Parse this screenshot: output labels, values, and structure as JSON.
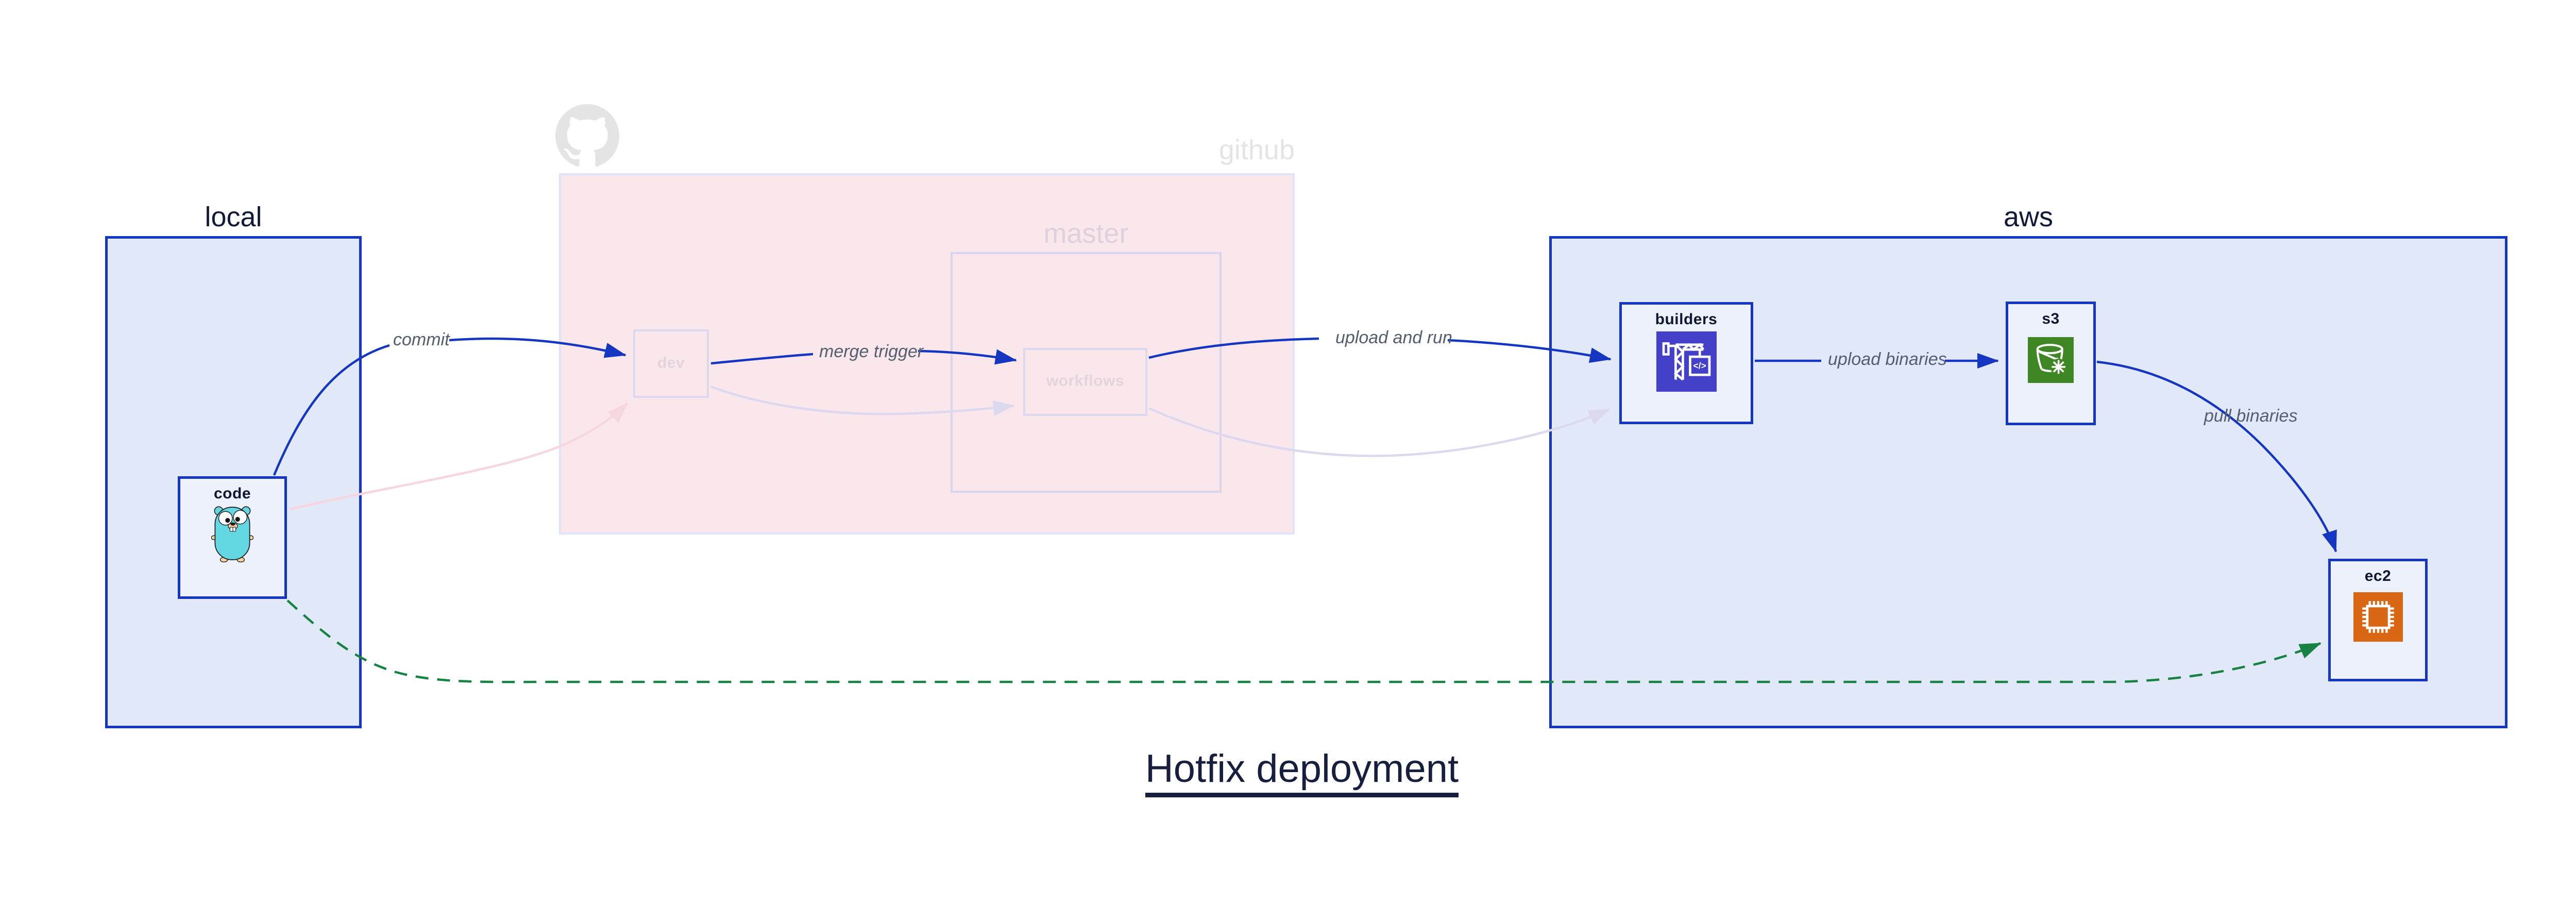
{
  "title": "Hotfix deployment",
  "containers": {
    "local": {
      "label": "local"
    },
    "github": {
      "label": "github"
    },
    "master": {
      "label": "master"
    },
    "aws": {
      "label": "aws"
    }
  },
  "nodes": {
    "code": {
      "label": "code",
      "icon": "go-gopher"
    },
    "dev": {
      "label": "dev"
    },
    "workflows": {
      "label": "workflows"
    },
    "builders": {
      "label": "builders",
      "icon": "aws-codebuild-crane"
    },
    "s3": {
      "label": "s3",
      "icon": "aws-s3-bucket-snowflake"
    },
    "ec2": {
      "label": "ec2",
      "icon": "aws-ec2-chip"
    }
  },
  "edges": {
    "commit": {
      "label": "commit",
      "from": "code",
      "to": "dev",
      "style": "solid-blue"
    },
    "merge_trigger": {
      "label": "merge trigger",
      "from": "dev",
      "to": "workflows",
      "style": "solid-blue"
    },
    "upload_and_run": {
      "label": "upload and run",
      "from": "workflows",
      "to": "builders",
      "style": "solid-blue"
    },
    "upload_binaries": {
      "label": "upload binaries",
      "from": "builders",
      "to": "s3",
      "style": "solid-blue"
    },
    "pull_binaries": {
      "label": "pull binaries",
      "from": "s3",
      "to": "ec2",
      "style": "solid-blue"
    },
    "hotfix_pull": {
      "label": "",
      "from": "code",
      "to": "ec2",
      "style": "dashed-green"
    },
    "faded_commit": {
      "label": "",
      "from": "code",
      "to": "dev",
      "style": "faded-pink"
    },
    "faded_merge": {
      "label": "",
      "from": "dev",
      "to": "workflows",
      "style": "faded-lavender"
    },
    "faded_upload": {
      "label": "",
      "from": "workflows",
      "to": "builders",
      "style": "faded-lavender"
    }
  },
  "colors": {
    "edge_blue": "#1536c0",
    "hotfix_green": "#178243",
    "container_blue_fill": "#e1e8f8",
    "node_fill": "#edf1fb",
    "github_pink_fill": "#f9e7ec",
    "github_box_border": "#e0e4f7",
    "master_box_border": "#d9d5ec",
    "faded_pink_edge": "#f6d6df",
    "faded_lavender_edge": "#dcd9ee",
    "faded_label_text": "#e2d3dd",
    "dark_label_text": "#111a38",
    "edge_label_gray": "#555e6e",
    "github_logo_gray": "#e4e4e4",
    "codebuild_icon_bg": "#4540c9",
    "s3_icon_bg": "#3f8624",
    "ec2_icon_bg": "#d86613",
    "gopher_teal": "#63d8e2"
  }
}
